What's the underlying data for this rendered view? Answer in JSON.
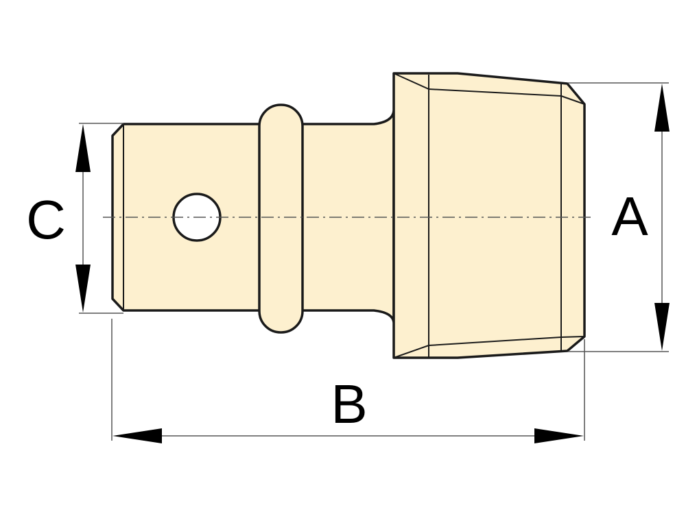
{
  "colors": {
    "part_fill": "#fdf0cf",
    "outline": "#1a1a1a",
    "background": "#ffffff"
  },
  "dimensions": {
    "a_label": "A",
    "b_label": "B",
    "c_label": "C"
  }
}
